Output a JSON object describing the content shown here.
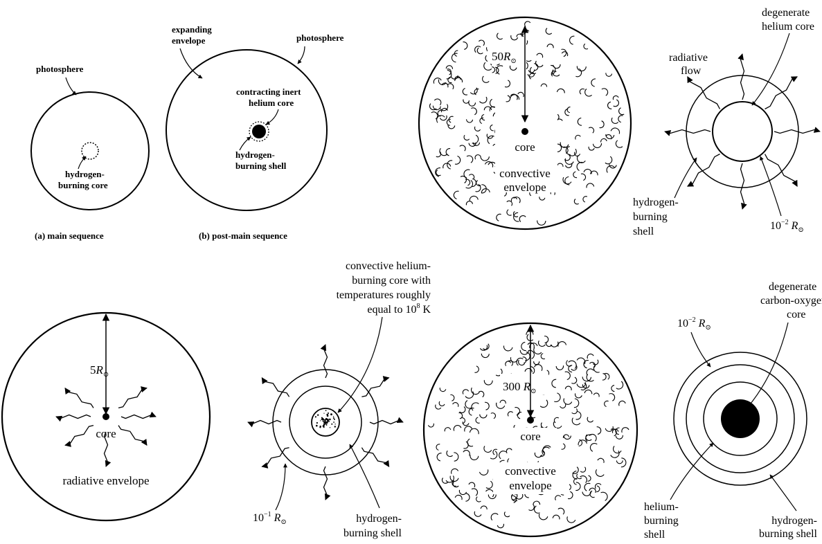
{
  "panel_a": {
    "photosphere": "photosphere",
    "core_line1": "hydrogen-",
    "core_line2": "burning core",
    "caption": "(a) main sequence"
  },
  "panel_b": {
    "envelope_line1": "expanding",
    "envelope_line2": "envelope",
    "photosphere": "photosphere",
    "core_line1": "contracting inert",
    "core_line2": "helium core",
    "shell_line1": "hydrogen-",
    "shell_line2": "burning shell",
    "caption": "(b) post-main sequence"
  },
  "panel_c": {
    "radius_num": "50",
    "core": "core",
    "envelope_line1": "convective",
    "envelope_line2": "envelope"
  },
  "panel_d": {
    "core_line1": "degenerate",
    "core_line2": "helium core",
    "flow_line1": "radiative",
    "flow_line2": "flow",
    "shell_line1": "hydrogen-",
    "shell_line2": "burning",
    "shell_line3": "shell",
    "radius_base": "10",
    "radius_exp": "−2"
  },
  "panel_e": {
    "radius_num": "5",
    "core": "core",
    "envelope": "radiative envelope"
  },
  "panel_f": {
    "core_line1": "convective helium-",
    "core_line2": "burning core with",
    "core_line3": "temperatures roughly",
    "core_line4": "equal to 10",
    "core_exp": "8",
    "core_unit": " K",
    "radius_base": "10",
    "radius_exp": "−1",
    "shell_line1": "hydrogen-",
    "shell_line2": "burning shell"
  },
  "panel_g": {
    "radius_num": "300 ",
    "core": "core",
    "envelope_line1": "convective",
    "envelope_line2": "envelope"
  },
  "panel_h": {
    "radius_base": "10",
    "radius_exp": "−2",
    "core_line1": "degenerate",
    "core_line2": "carbon-oxygen",
    "core_line3": "core",
    "he_line1": "helium-",
    "he_line2": "burning",
    "he_line3": "shell",
    "h_line1": "hydrogen-",
    "h_line2": "burning shell"
  },
  "symbols": {
    "R": "R",
    "sun": "⊙"
  }
}
